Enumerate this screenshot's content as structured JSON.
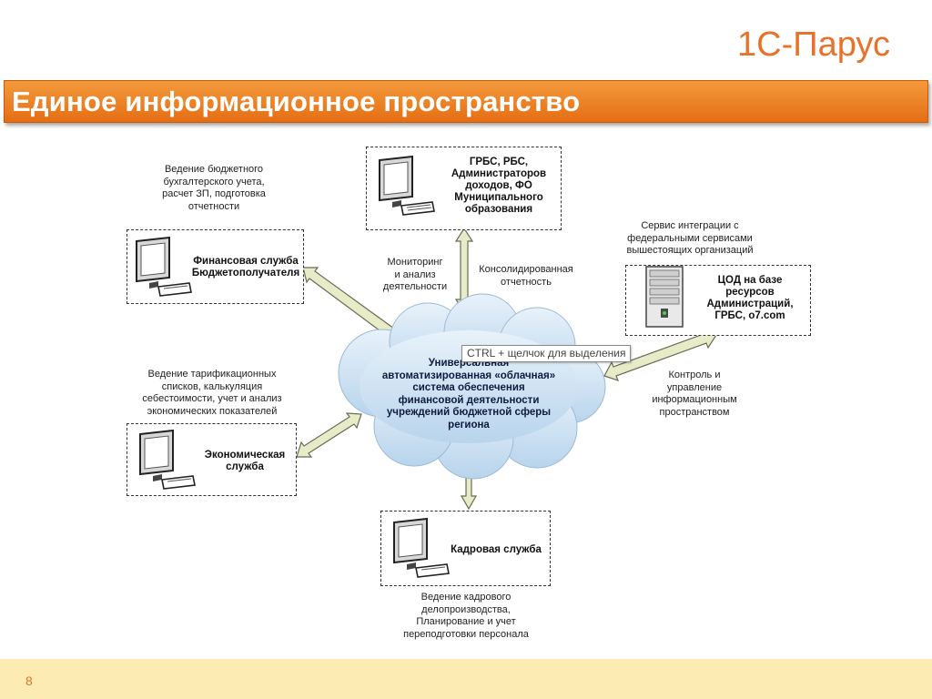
{
  "header": {
    "brand": "1С-Парус",
    "title": "Единое информационное пространство"
  },
  "footer": {
    "page_number": "8"
  },
  "diagram": {
    "center": {
      "label": "Универсальная\nавтоматизированная «облачная»\nсистема обеспечения\nфинансовой деятельности\nучреждений бюджетной сферы\nрегиона"
    },
    "tooltip": "CTRL + щелчок для выделения",
    "nodes": {
      "grbs": {
        "label": "ГРБС, РБС,\nАдминистраторов\nдоходов, ФО\nМуниципального\nобразования"
      },
      "finance": {
        "label": "Финансовая служба\nБюджетополучателя"
      },
      "econ": {
        "label": "Экономическая\nслужба"
      },
      "hr": {
        "label": "Кадровая служба"
      },
      "cod": {
        "label": "ЦОД на базе\nресурсов\nАдминистраций,\nГРБС, o7.com"
      }
    },
    "notes": {
      "finance": "Ведение бюджетного\nбухгалтерского учета,\nрасчет ЗП, подготовка\nотчетности",
      "econ": "Ведение тарификационных\nсписков, калькуляция\nсебестоимости, учет и анализ\nэкономических показателей",
      "hr": "Ведение кадрового\nделопроизводства,\nПланирование и учет\nпереподготовки персонала",
      "cod": "Сервис интеграции с\nфедеральными сервисами\nвышестоящих организаций",
      "monitoring": "Мониторинг\nи анализ\nдеятельности",
      "consolidated": "Консолидированная\nотчетность",
      "control": "Контроль и\nуправление\nинформационным\nпространством"
    }
  },
  "colors": {
    "accent": "#e8722a",
    "title_bar": "#ee8120",
    "footer": "#fcecb4",
    "arrow": "#e7ebc8",
    "cloud": "#cfe3f3"
  },
  "icons": {
    "computer": "computer-icon",
    "server": "server-icon",
    "cloud": "cloud-icon"
  }
}
